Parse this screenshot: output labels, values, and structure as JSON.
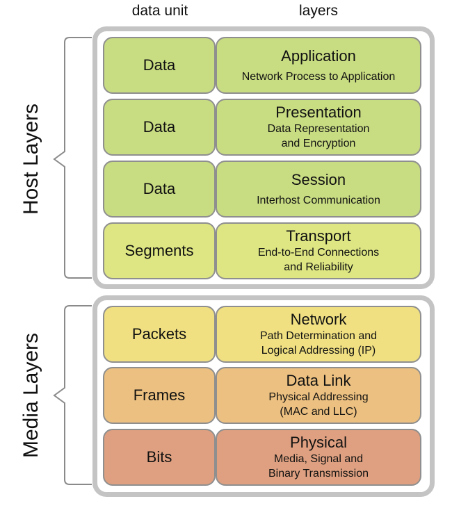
{
  "headers": {
    "unit": "data unit",
    "layers": "layers"
  },
  "groups": {
    "host": {
      "label": "Host Layers"
    },
    "media": {
      "label": "Media Layers"
    }
  },
  "layers": [
    {
      "unit": "Data",
      "name": "Application",
      "desc": "Network Process to Application",
      "color": "#c8dc82"
    },
    {
      "unit": "Data",
      "name": "Presentation",
      "desc": "Data Representation\nand Encryption",
      "color": "#c8dc82"
    },
    {
      "unit": "Data",
      "name": "Session",
      "desc": "Interhost Communication",
      "color": "#c8dc82"
    },
    {
      "unit": "Segments",
      "name": "Transport",
      "desc": "End-to-End Connections\nand Reliability",
      "color": "#dde682"
    },
    {
      "unit": "Packets",
      "name": "Network",
      "desc": "Path Determination and\nLogical Addressing (IP)",
      "color": "#f0e082"
    },
    {
      "unit": "Frames",
      "name": "Data Link",
      "desc": "Physical Addressing\n(MAC and LLC)",
      "color": "#ecc080"
    },
    {
      "unit": "Bits",
      "name": "Physical",
      "desc": "Media, Signal and\nBinary Transmission",
      "color": "#dea080"
    }
  ]
}
